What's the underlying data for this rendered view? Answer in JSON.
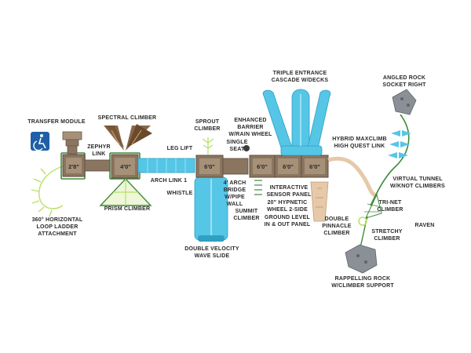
{
  "colors": {
    "deck_brown": "#8a7560",
    "deck_inner": "#a69077",
    "slide_blue": "#55c6e6",
    "slide_light": "#9ee0f2",
    "roof_brown": "#6b4a2c",
    "accent_green": "#3f8a3a",
    "lime": "#b8e06a",
    "tan": "#e6c9a9",
    "grey_rock": "#8a9095"
  },
  "icons": {
    "accessibility": "accessibility-icon"
  },
  "labels": {
    "transfer_module": "TRANSFER MODULE",
    "spectral_climber": "SPECTRAL CLIMBER",
    "zephyr_link_1": "ZEPHYR",
    "zephyr_link_2": "LINK",
    "sprout_climber_1": "SPROUT",
    "sprout_climber_2": "CLIMBER",
    "enhanced_barrier_1": "ENHANCED",
    "enhanced_barrier_2": "BARRIER",
    "enhanced_barrier_3": "W/RAIN WHEEL",
    "triple_entrance_1": "TRIPLE ENTRANCE",
    "triple_entrance_2": "CASCADE W/DECKS",
    "angled_rock_1": "ANGLED ROCK",
    "angled_rock_2": "SOCKET RIGHT",
    "leg_lift": "LEG LIFT",
    "single_seat_1": "SINGLE",
    "single_seat_2": "SEAT",
    "hybrid_maxclimb_1": "HYBRID MAXCLIMB",
    "hybrid_maxclimb_2": "HIGH QUEST LINK",
    "arch_link": "ARCH LINK 1",
    "whistle": "WHISTLE",
    "four_ft_arch_1": "4' ARCH",
    "four_ft_arch_2": "BRIDGE",
    "four_ft_arch_3": "W/PIPE",
    "four_ft_arch_4": "WALL",
    "interactive_sensor_1": "INTERACTIVE",
    "interactive_sensor_2": "SENSOR PANEL",
    "hypnetic_wheel_1": "20\" HYPNETIC",
    "hypnetic_wheel_2": "WHEEL 2-SIDE",
    "ground_level_1": "GROUND LEVEL",
    "ground_level_2": "IN & OUT PANEL",
    "summit_climber_1": "SUMMIT",
    "summit_climber_2": "CLIMBER",
    "virtual_tunnel_1": "VIRTUAL TUNNEL",
    "virtual_tunnel_2": "W/KNOT CLIMBERS",
    "tri_net_1": "TRI-NET",
    "tri_net_2": "CLIMBER",
    "prism_climber": "PRISM CLIMBER",
    "loop_ladder_1": "360° HORIZONTAL",
    "loop_ladder_2": "LOOP LADDER",
    "loop_ladder_3": "ATTACHMENT",
    "double_pinnacle_1": "DOUBLE",
    "double_pinnacle_2": "PINNACLE",
    "double_pinnacle_3": "CLIMBER",
    "stretchy_1": "STRETCHY",
    "stretchy_2": "CLIMBER",
    "raven": "RAVEN",
    "double_velocity_1": "DOUBLE VELOCITY",
    "double_velocity_2": "WAVE SLIDE",
    "rappelling_1": "RAPPELLING ROCK",
    "rappelling_2": "W/CLIMBER SUPPORT"
  },
  "decks": {
    "d1": "2'8\"",
    "d2": "4'0\"",
    "d3": "6'0\"",
    "d4": "6'0\"",
    "d5": "6'0\"",
    "d6": "6'0\""
  }
}
